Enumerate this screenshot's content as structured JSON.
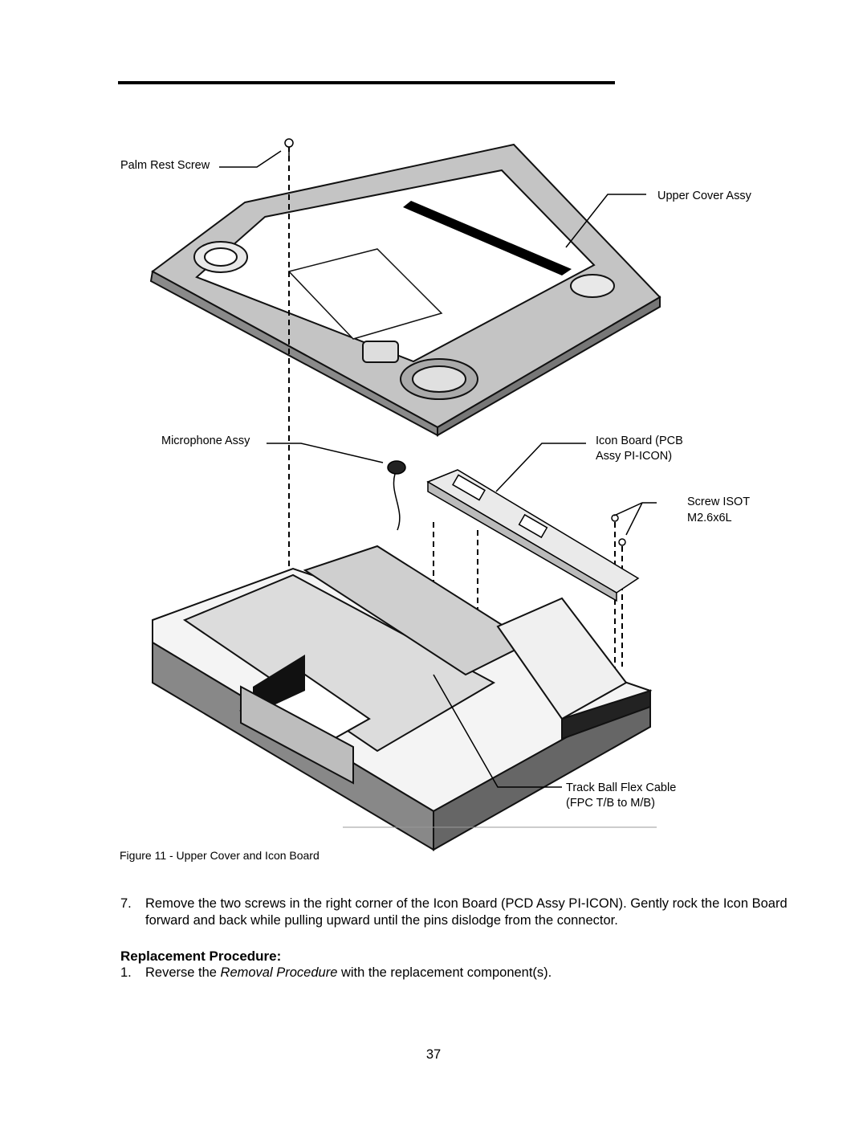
{
  "figure": {
    "callouts": {
      "palm_rest_screw": "Palm Rest Screw",
      "upper_cover_assy": "Upper Cover Assy",
      "microphone_assy": "Microphone Assy",
      "icon_board_line1": "Icon Board (PCB",
      "icon_board_line2": "Assy PI-ICON)",
      "screw_isot_line1": "Screw ISOT",
      "screw_isot_line2": "M2.6x6L",
      "track_ball_line1": "Track Ball Flex Cable",
      "track_ball_line2": "(FPC T/B to M/B)"
    },
    "caption": "Figure 11 - Upper Cover and Icon Board"
  },
  "body": {
    "step7": {
      "number": "7.",
      "text": "Remove the two screws in the right corner of the Icon Board (PCD Assy PI-ICON).  Gently rock the Icon Board forward and back while pulling upward until the pins dislodge from the connector."
    },
    "replacement": {
      "heading": "Replacement Procedure:",
      "item1": {
        "number": "1.",
        "before": "Reverse the ",
        "emphasis": "Removal Procedure",
        "after": " with the replacement component(s)."
      }
    }
  },
  "page_number": "37"
}
